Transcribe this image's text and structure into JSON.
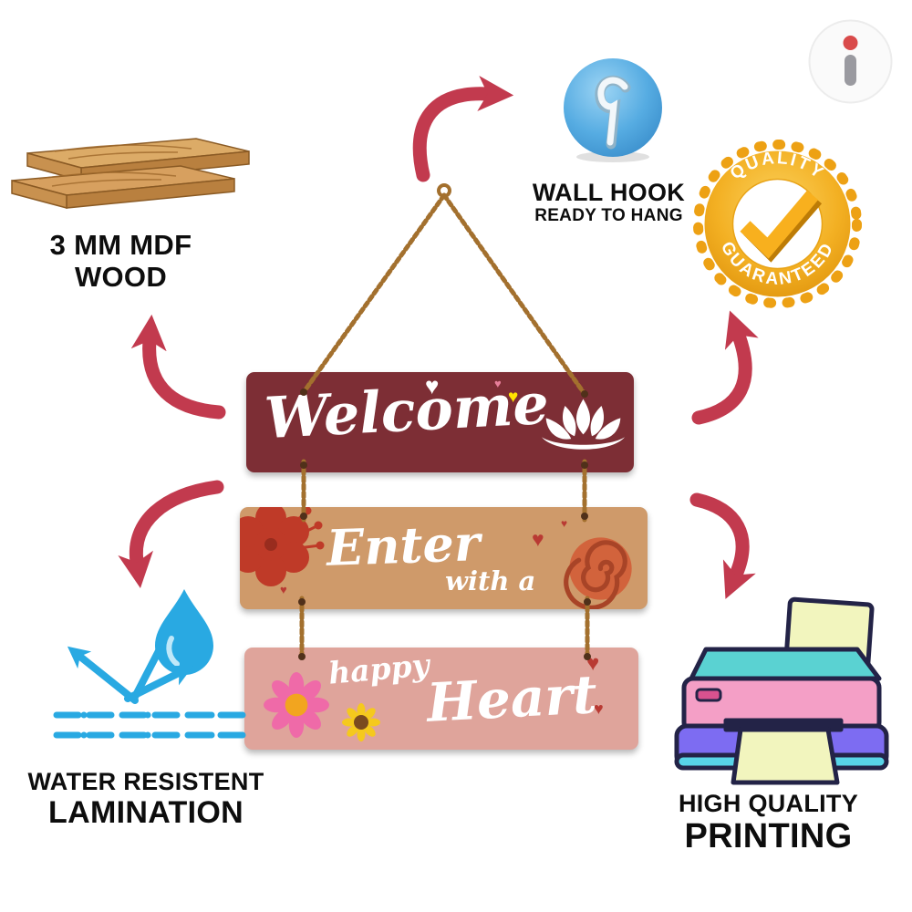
{
  "page": {
    "background": "#ffffff"
  },
  "brand": {
    "logo_letter": "i"
  },
  "glyphs": {
    "heart": "♥"
  },
  "callouts": {
    "mdf": {
      "line1": "3 MM MDF",
      "line2": "WOOD",
      "icon": "wood-planks-icon"
    },
    "hook": {
      "line1": "WALL HOOK",
      "line2": "READY TO HANG",
      "icon": "wall-hook-icon"
    },
    "quality": {
      "arc_top": "QUALITY",
      "arc_bottom": "GUARANTEED",
      "icon": "gold-check-badge-icon"
    },
    "water": {
      "line1": "WATER RESISTENT",
      "line2": "LAMINATION",
      "icon": "water-droplet-icon"
    },
    "printing": {
      "line1": "HIGH QUALITY",
      "line2": "PRINTING",
      "icon": "printer-icon"
    }
  },
  "product": {
    "board1": {
      "text": "Welcome",
      "color": "#7d2e35"
    },
    "board2": {
      "text_main": "Enter",
      "text_sub": "with a",
      "color": "#cf9a6a"
    },
    "board3": {
      "text_small": "happy",
      "text_main": "Heart",
      "color": "#dfa49b"
    }
  },
  "colors": {
    "arrow_red": "#c23a4e",
    "string_brown": "#a3702e",
    "hook_blue": "#4fa7e0",
    "badge_gold": "#eda114",
    "water_blue": "#29a9e2",
    "wood_tan": "#d7a05f"
  }
}
